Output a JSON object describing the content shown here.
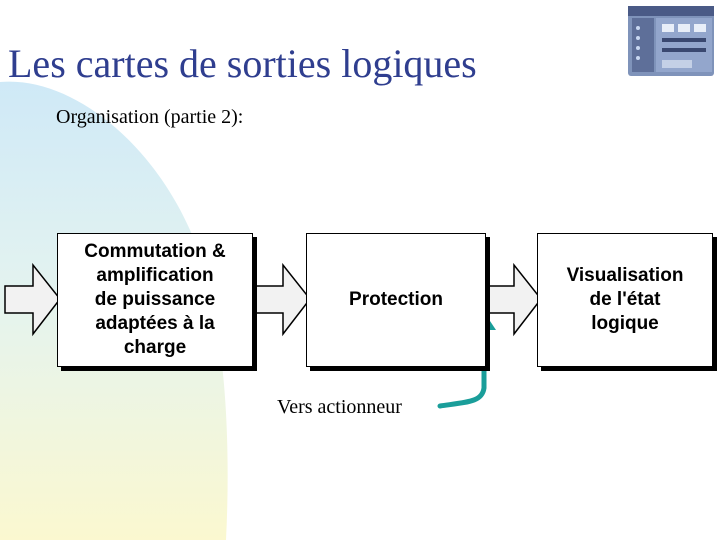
{
  "slide": {
    "title": "Les cartes de sorties logiques",
    "subtitle": "Organisation (partie 2):"
  },
  "diagram": {
    "blocks": [
      {
        "label": "Commutation &\namplification\nde puissance\nadaptées à la\ncharge"
      },
      {
        "label": "Protection"
      },
      {
        "label": "Visualisation\nde l'état\nlogique"
      }
    ],
    "output_note": "Vers actionneur"
  },
  "colors": {
    "title": "#2f3e8f",
    "arrow_fill": "#f2f2f2",
    "connector": "#1a9e9a",
    "wash_top": "#cfe9f7",
    "wash_bottom": "#fbf8d0"
  },
  "icons": {
    "plc": "plc-module-icon"
  }
}
